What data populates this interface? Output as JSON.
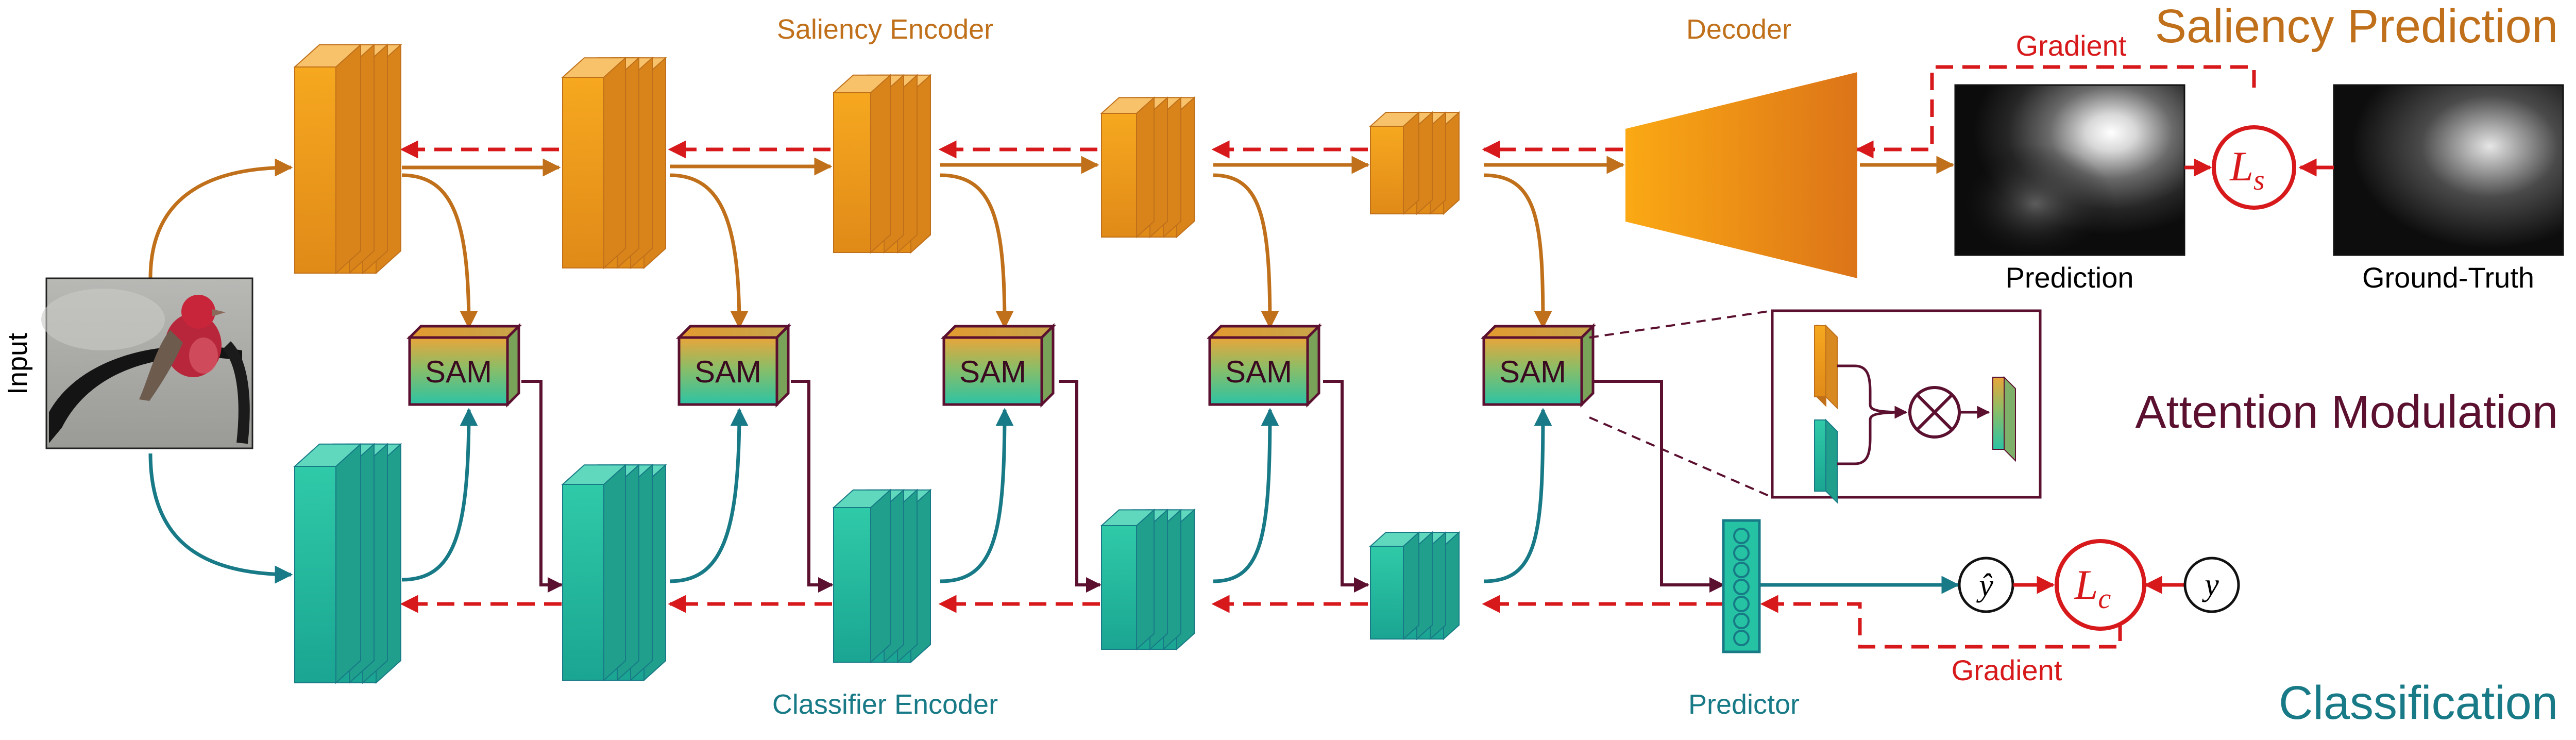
{
  "colors": {
    "saliency": "#c0701a",
    "saliency_fill_light": "#f4a21a",
    "saliency_fill_dark": "#dc8216",
    "classifier": "#177a86",
    "classifier_fill_light": "#25c3a3",
    "classifier_fill_dark": "#1ea892",
    "gradient": "#d7191c",
    "sam_link": "#5b1030",
    "attention": "#5b1030"
  },
  "labels": {
    "input": "Input",
    "saliency_encoder": "Saliency Encoder",
    "decoder": "Decoder",
    "saliency_prediction": "Saliency Prediction",
    "gradient_top": "Gradient",
    "gradient_bottom": "Gradient",
    "prediction": "Prediction",
    "ground_truth": "Ground-Truth",
    "attention_modulation": "Attention Modulation",
    "classifier_encoder": "Classifier Encoder",
    "predictor": "Predictor",
    "classification": "Classification"
  },
  "sam": [
    "SAM",
    "SAM",
    "SAM",
    "SAM",
    "SAM"
  ],
  "loss": {
    "ls_main": "L",
    "ls_sub": "s",
    "lc_main": "L",
    "lc_sub": "c",
    "y_hat": "ŷ",
    "y": "y"
  },
  "icons": {
    "multiply": "multiply-icon",
    "bird_photo": "bird-photo",
    "saliency_map": "saliency-map-image"
  }
}
